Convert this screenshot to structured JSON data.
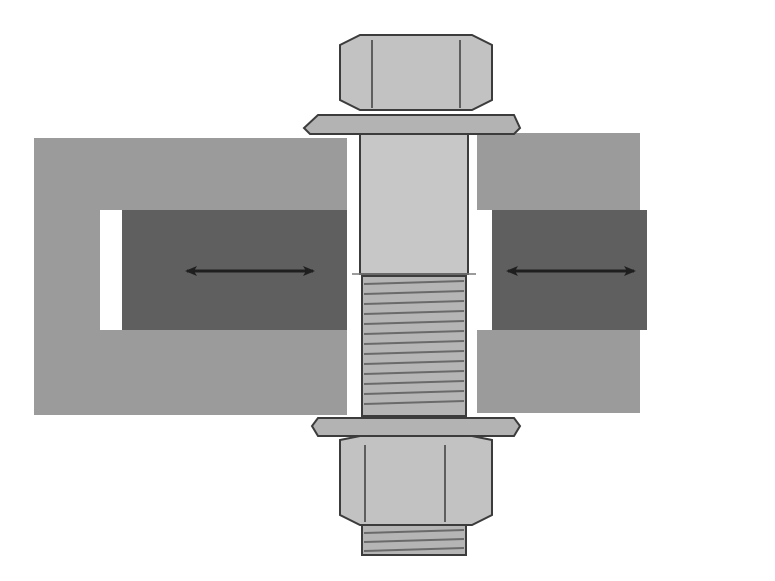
{
  "diagram": {
    "kind": "bolted-joint-cross-section",
    "components": [
      {
        "id": "outer-plate-left",
        "role": "clamped-plate"
      },
      {
        "id": "outer-plate-right",
        "role": "clamped-plate"
      },
      {
        "id": "inner-plate-left",
        "role": "sliding-plate"
      },
      {
        "id": "inner-plate-right",
        "role": "sliding-plate"
      },
      {
        "id": "flange-bolt",
        "role": "fastener"
      },
      {
        "id": "flange-nut",
        "role": "fastener"
      }
    ],
    "arrows": [
      {
        "id": "left-arrow",
        "direction": "bidirectional-horizontal"
      },
      {
        "id": "right-arrow",
        "direction": "bidirectional-horizontal"
      }
    ],
    "colors": {
      "background": "#ffffff",
      "outer_plate": "#9b9b9b",
      "inner_plate": "#5f5f5f",
      "metal_light": "#c2c2c2",
      "metal_mid": "#adadad",
      "metal_dark": "#8f8f8f",
      "outline": "#3c3c3c",
      "arrow": "#1f1f1f"
    }
  }
}
